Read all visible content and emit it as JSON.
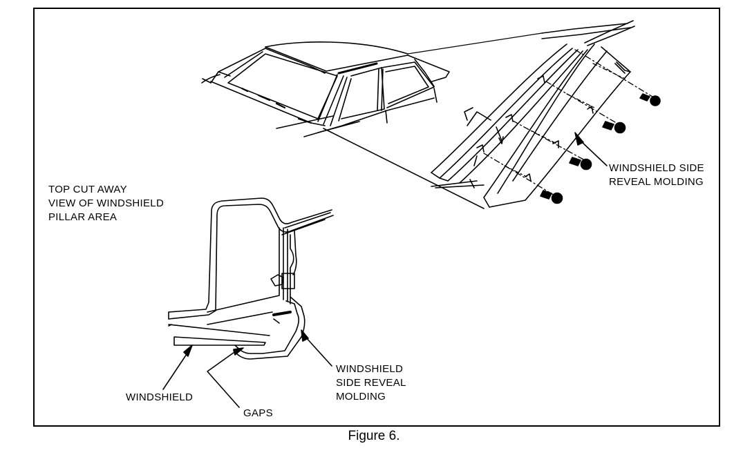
{
  "figure": {
    "caption": "Figure 6.",
    "labels": {
      "top_view_line1": "TOP CUT AWAY",
      "top_view_line2": "VIEW OF WINDSHIELD",
      "top_view_line3": "PILLAR AREA",
      "molding_upper_line1": "WINDSHIELD SIDE",
      "molding_upper_line2": "REVEAL MOLDING",
      "molding_lower_line1": "WINDSHIELD",
      "molding_lower_line2": "SIDE REVEAL",
      "molding_lower_line3": "MOLDING",
      "windshield": "WINDSHIELD",
      "gaps": "GAPS"
    }
  }
}
